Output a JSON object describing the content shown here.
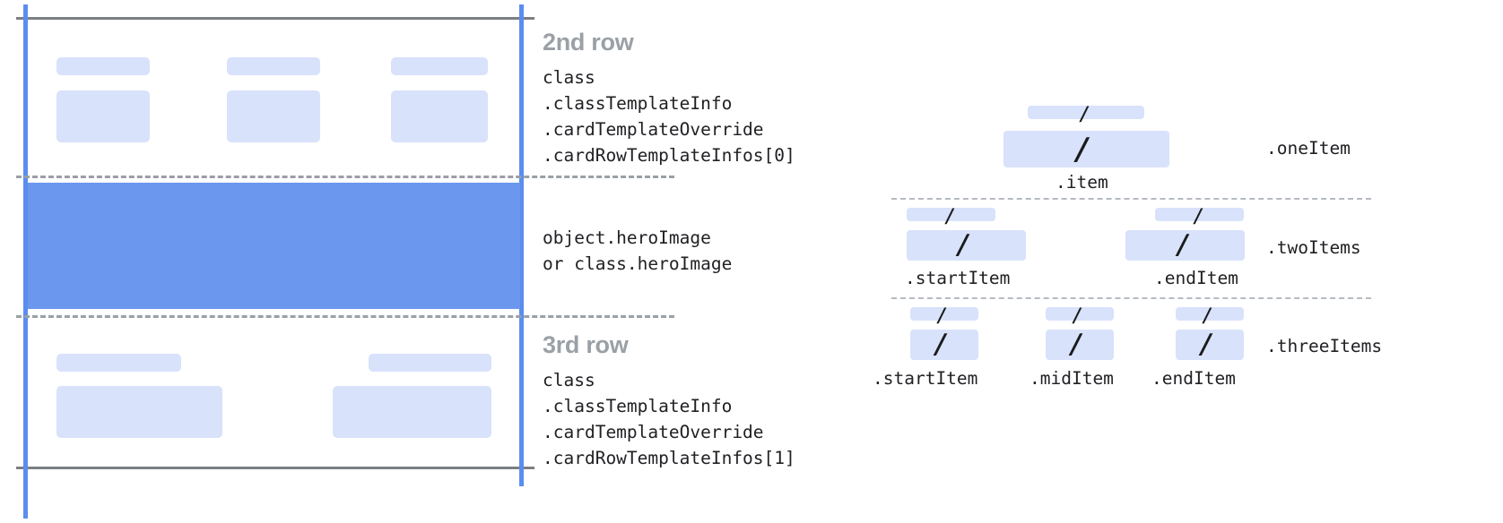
{
  "left_panel": {
    "name": "card-template-mock",
    "rows": [
      {
        "id": "second-row",
        "title": "2nd row",
        "code": "class\n.classTemplateInfo\n.cardTemplateOverride\n.cardRowTemplateInfos[0]",
        "placeholders": 3
      },
      {
        "id": "hero-row",
        "title": "",
        "code": "object.heroImage\nor class.heroImage",
        "placeholders": 0
      },
      {
        "id": "third-row",
        "title": "3rd row",
        "code": "class\n.classTemplateInfo\n.cardTemplateOverride\n.cardRowTemplateInfos[1]",
        "placeholders": 2
      }
    ]
  },
  "right_panel": {
    "name": "row-item-layouts",
    "groups": [
      {
        "id": "one-item",
        "label": ".oneItem",
        "items": [
          {
            "label": ".item"
          }
        ]
      },
      {
        "id": "two-items",
        "label": ".twoItems",
        "items": [
          {
            "label": ".startItem"
          },
          {
            "label": ".endItem"
          }
        ]
      },
      {
        "id": "three-items",
        "label": ".threeItems",
        "items": [
          {
            "label": ".startItem"
          },
          {
            "label": ".midItem"
          },
          {
            "label": ".endItem"
          }
        ]
      }
    ],
    "glyph": "/"
  },
  "colors": {
    "guide_blue": "#5b8def",
    "hero_blue": "#6b98ee",
    "placeholder_blue": "#d8e2fb",
    "rule_gray": "#7b7f83",
    "dash_gray": "#9aa0a6",
    "title_gray": "#9aa0a6",
    "code_black": "#202124"
  }
}
